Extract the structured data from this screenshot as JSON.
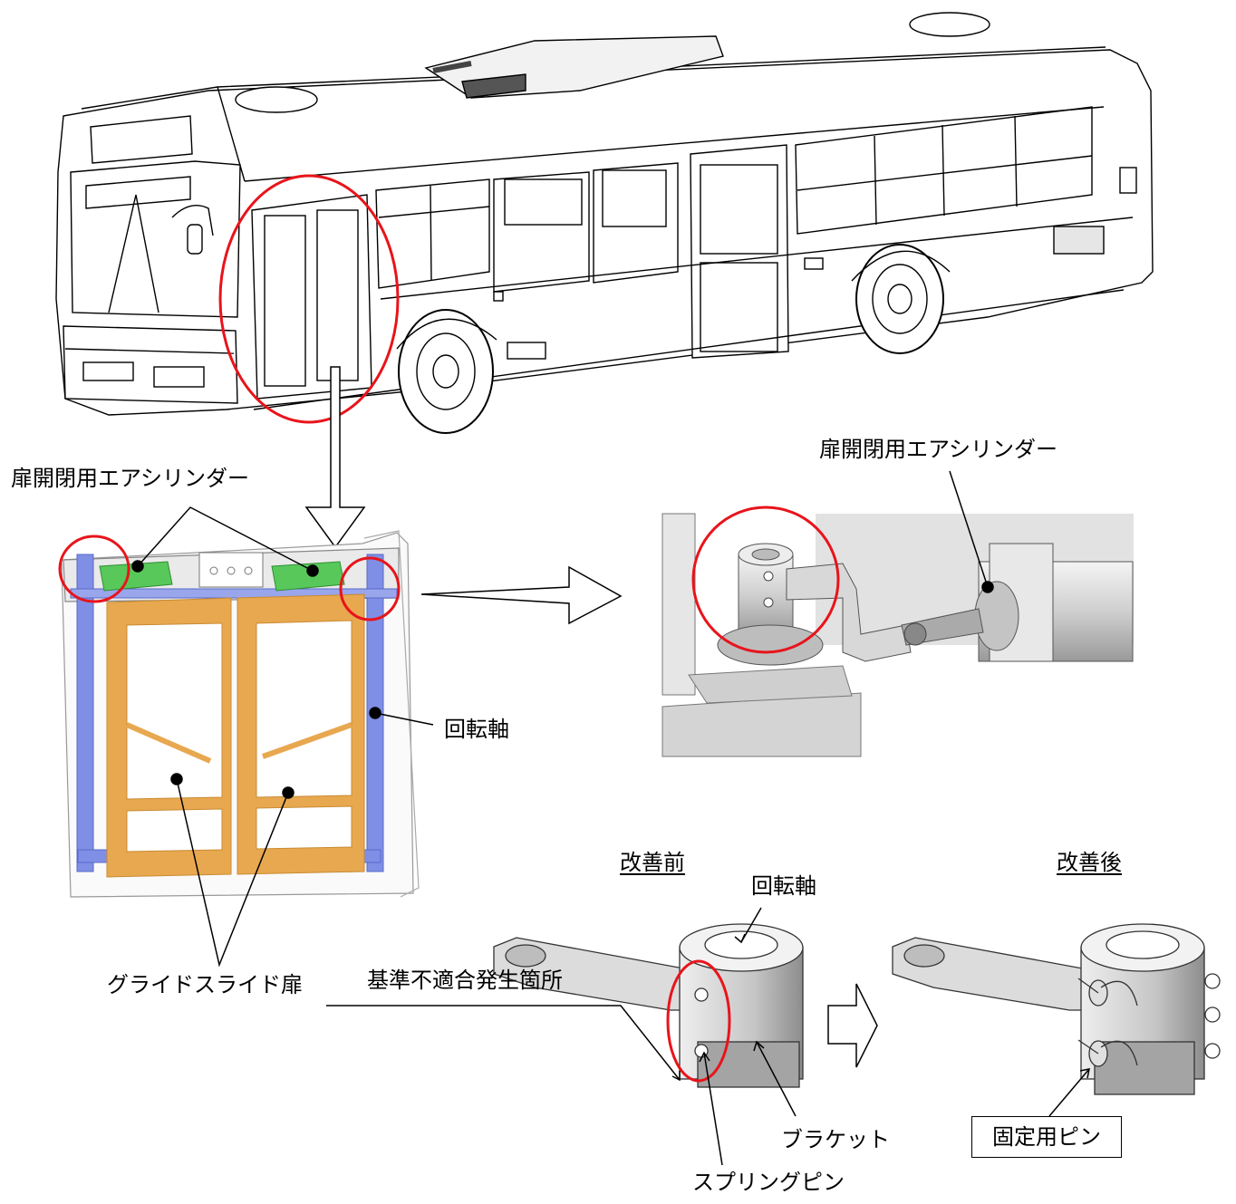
{
  "labels": {
    "cylinder_left": "扉開閉用エアシリンダー",
    "cylinder_right": "扉開閉用エアシリンダー",
    "rotating_shaft_door": "回転軸",
    "glide_slide_door": "グライドスライド扉",
    "before": "改善前",
    "after": "改善後",
    "rotating_shaft_part": "回転軸",
    "bracket": "ブラケット",
    "spring_pin": "スプリングピン",
    "nonconformity_location": "基準不適合発生箇所",
    "fixing_pin": "固定用ピン"
  },
  "colors": {
    "highlight_circle": "#e8141b",
    "door_frame_orange": "#e8a850",
    "door_frame_orange_dark": "#c98a32",
    "rotating_shaft_blue": "#7f8fe6",
    "cylinder_green": "#58c85a",
    "line_black": "#000000",
    "part_gray": "#c8c8c8",
    "photo_bg": "#e4e4e4"
  },
  "icons": {
    "arrow_down": "hollow-arrow-down-icon",
    "arrow_right": "hollow-arrow-right-icon",
    "arrow_small": "hollow-arrow-right-small-icon"
  }
}
